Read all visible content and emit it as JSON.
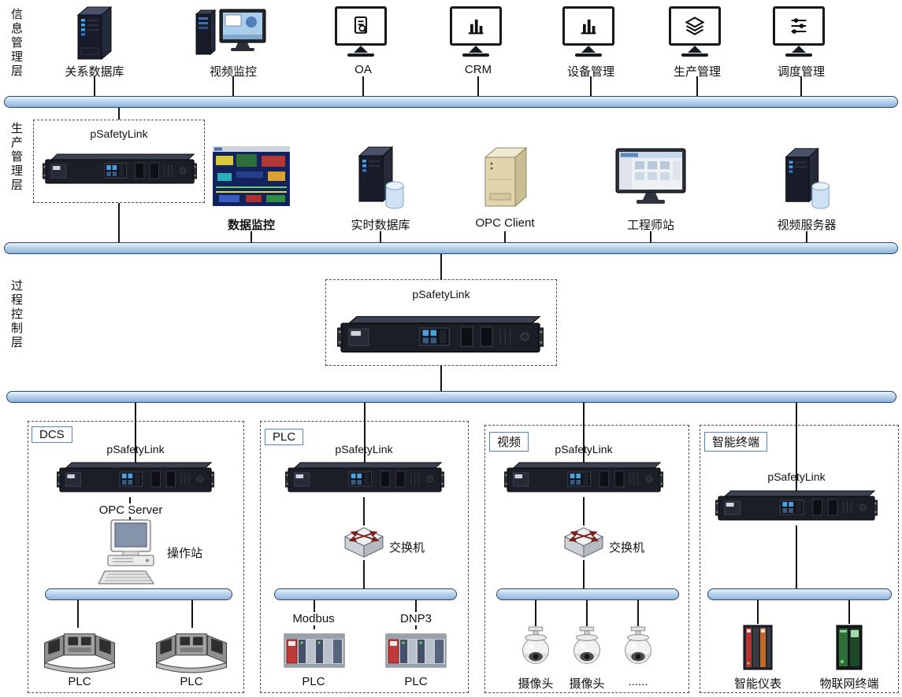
{
  "layers": [
    {
      "label": "信息管理层"
    },
    {
      "label": "生产管理层"
    },
    {
      "label": "过程控制层"
    }
  ],
  "info_layer": {
    "items": [
      {
        "label": "关系数据库",
        "icon": "server-tower-icon"
      },
      {
        "label": "视频监控",
        "icon": "workstation-icon"
      },
      {
        "label": "OA",
        "icon": "monitor-document-icon"
      },
      {
        "label": "CRM",
        "icon": "monitor-barchart-icon"
      },
      {
        "label": "设备管理",
        "icon": "monitor-barchart-icon"
      },
      {
        "label": "生产管理",
        "icon": "monitor-layers-icon"
      },
      {
        "label": "调度管理",
        "icon": "monitor-sliders-icon"
      }
    ]
  },
  "production_layer": {
    "gateway_label": "pSafetyLink",
    "items": [
      {
        "label": "数据监控",
        "icon": "scada-screen-icon"
      },
      {
        "label": "实时数据库",
        "icon": "server-database-icon"
      },
      {
        "label": "OPC Client",
        "icon": "beige-server-box-icon"
      },
      {
        "label": "工程师站",
        "icon": "engineer-monitor-icon"
      },
      {
        "label": "视频服务器",
        "icon": "server-database-icon"
      }
    ]
  },
  "process_layer": {
    "gateway_label": "pSafetyLink"
  },
  "zones": {
    "dcs": {
      "tag": "DCS",
      "gateway_label": "pSafetyLink",
      "opc_server_label": "OPC Server",
      "station_label": "操作站",
      "device_labels": [
        "PLC",
        "PLC"
      ]
    },
    "plc": {
      "tag": "PLC",
      "gateway_label": "pSafetyLink",
      "switch_label": "交换机",
      "protocol_labels": [
        "Modbus",
        "DNP3"
      ],
      "device_labels": [
        "PLC",
        "PLC"
      ]
    },
    "video": {
      "tag": "视频",
      "gateway_label": "pSafetyLink",
      "switch_label": "交换机",
      "device_labels": [
        "摄像头",
        "摄像头",
        "......"
      ]
    },
    "terminal": {
      "tag": "智能终端",
      "gateway_label": "pSafetyLink",
      "device_labels": [
        "智能仪表",
        "物联网终端"
      ]
    }
  },
  "colors": {
    "bus_fill_light": "#eaf3fc",
    "bus_fill_dark": "#8fb4dc",
    "bus_border": "#24466e",
    "zone_tag_border": "#4f86c6",
    "connector_line": "#151515",
    "dashed_border": "#4a4a4a"
  }
}
